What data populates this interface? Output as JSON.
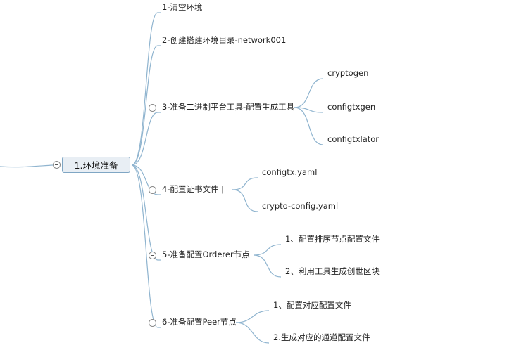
{
  "root": {
    "label": "1.环境准备"
  },
  "branches": [
    {
      "label": "1-清空环境",
      "collapsible": false,
      "children": []
    },
    {
      "label": "2-创建搭建环境目录-network001",
      "collapsible": false,
      "children": []
    },
    {
      "label": "3-准备二进制平台工具-配置生成工具",
      "collapsible": true,
      "children": [
        "cryptogen",
        "configtxgen",
        "configtxlator"
      ]
    },
    {
      "label": "4-配置证书文件 |",
      "collapsible": true,
      "children": [
        "configtx.yaml",
        "crypto-config.yaml"
      ]
    },
    {
      "label": "5-准备配置Orderer节点",
      "collapsible": true,
      "children": [
        "1、配置排序节点配置文件",
        "2、利用工具生成创世区块"
      ]
    },
    {
      "label": "6-准备配置Peer节点",
      "collapsible": true,
      "children": [
        "1、配置对应配置文件",
        "2.生成对应的通道配置文件"
      ]
    }
  ],
  "colors": {
    "line": "#8fb4cf",
    "root_fill": "#e8eef4",
    "root_border": "#7fa6c4"
  }
}
